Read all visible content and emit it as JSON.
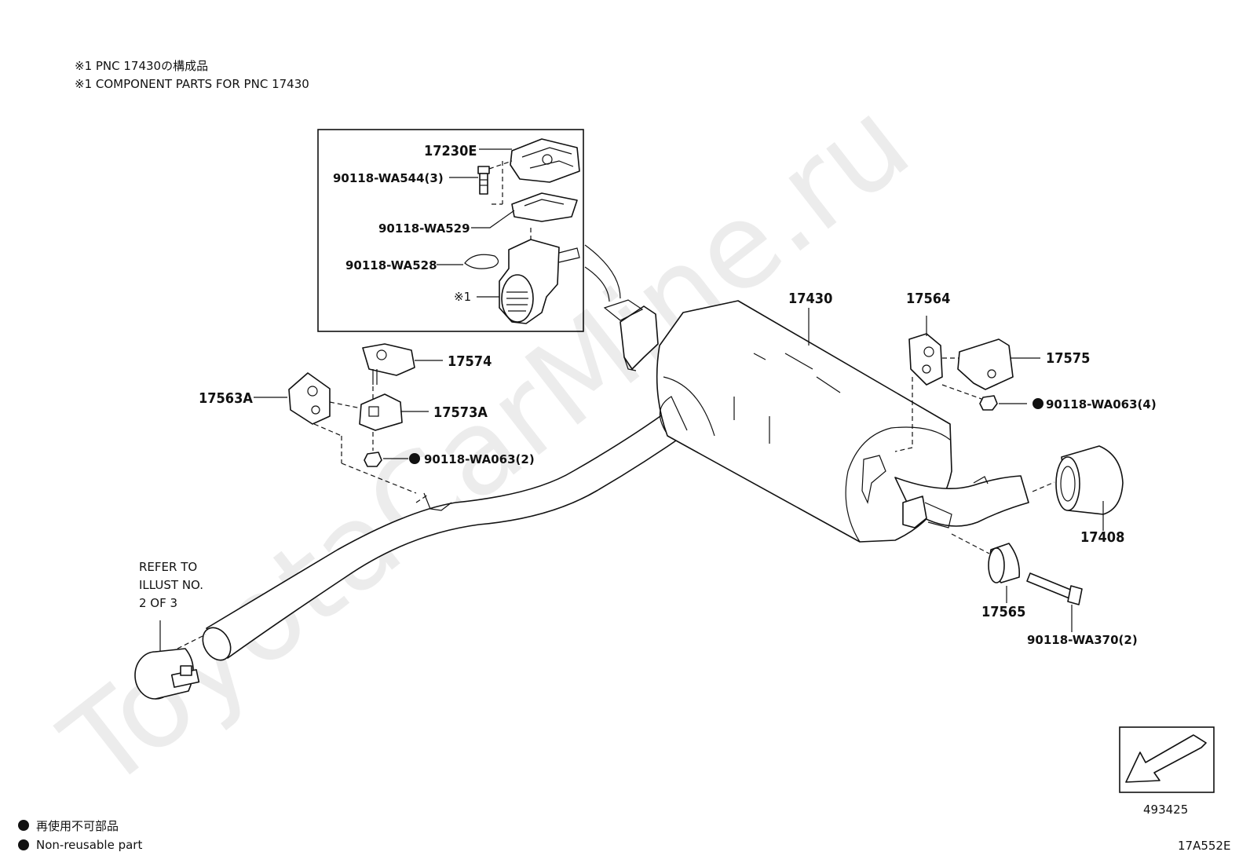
{
  "notes": {
    "line1": "※1 PNC 17430の構成品",
    "line2": "※1 COMPONENT PARTS FOR PNC 17430"
  },
  "watermark": "ToyotaCarMine.ru",
  "inset_parts": {
    "p17230E": "17230E",
    "bolt": "90118-WA544(3)",
    "gasket": "90118-WA529",
    "clip": "90118-WA528",
    "valve": "※1"
  },
  "parts": {
    "p17430": "17430",
    "p17564": "17564",
    "p17575": "17575",
    "nut4": "90118-WA063(4)",
    "p17574": "17574",
    "p17563A": "17563A",
    "p17573A": "17573A",
    "nut2": "90118-WA063(2)",
    "p17408": "17408",
    "p17565": "17565",
    "bolt2": "90118-WA370(2)"
  },
  "refer": {
    "line1": "REFER TO",
    "line2": "ILLUST NO.",
    "line3": "2 OF 3"
  },
  "legend": {
    "jp": "再使用不可部品",
    "en": "Non-reusable part"
  },
  "orientation_code": "493425",
  "illustration_code": "17A552E"
}
